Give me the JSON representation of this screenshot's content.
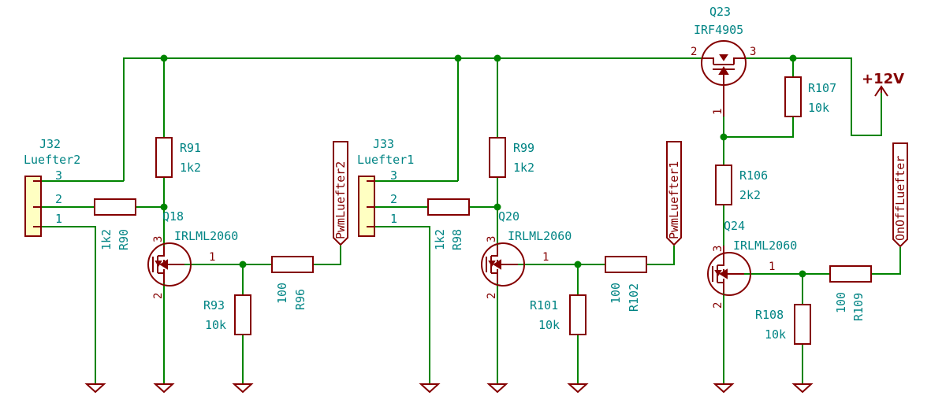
{
  "schematic": {
    "connectors": [
      {
        "ref": "J32",
        "value": "Luefter2",
        "pins": [
          "3",
          "2",
          "1"
        ]
      },
      {
        "ref": "J33",
        "value": "Luefter1",
        "pins": [
          "3",
          "2",
          "1"
        ]
      }
    ],
    "resistors": [
      {
        "ref": "R91",
        "value": "1k2"
      },
      {
        "ref": "R90",
        "value": "1k2"
      },
      {
        "ref": "R96",
        "value": "100"
      },
      {
        "ref": "R93",
        "value": "10k"
      },
      {
        "ref": "R99",
        "value": "1k2"
      },
      {
        "ref": "R98",
        "value": "1k2"
      },
      {
        "ref": "R102",
        "value": "100"
      },
      {
        "ref": "R101",
        "value": "10k"
      },
      {
        "ref": "R107",
        "value": "10k"
      },
      {
        "ref": "R106",
        "value": "2k2"
      },
      {
        "ref": "R109",
        "value": "100"
      },
      {
        "ref": "R108",
        "value": "10k"
      }
    ],
    "transistors": [
      {
        "ref": "Q18",
        "value": "IRLML2060",
        "pins": [
          "3",
          "1",
          "2"
        ]
      },
      {
        "ref": "Q20",
        "value": "IRLML2060",
        "pins": [
          "3",
          "1",
          "2"
        ]
      },
      {
        "ref": "Q24",
        "value": "IRLML2060",
        "pins": [
          "3",
          "1",
          "2"
        ]
      },
      {
        "ref": "Q23",
        "value": "IRF4905",
        "pins": [
          "2",
          "3",
          "1"
        ]
      }
    ],
    "global_labels": [
      "PwmLuefter2",
      "PwmLuefter1",
      "OnOffLuefter"
    ],
    "power_symbol": "+12V",
    "colors": {
      "wire": "#008400",
      "symbol": "#840000",
      "text": "#008484",
      "connector_fill": "#ffffc2",
      "junction": "#008400"
    }
  }
}
